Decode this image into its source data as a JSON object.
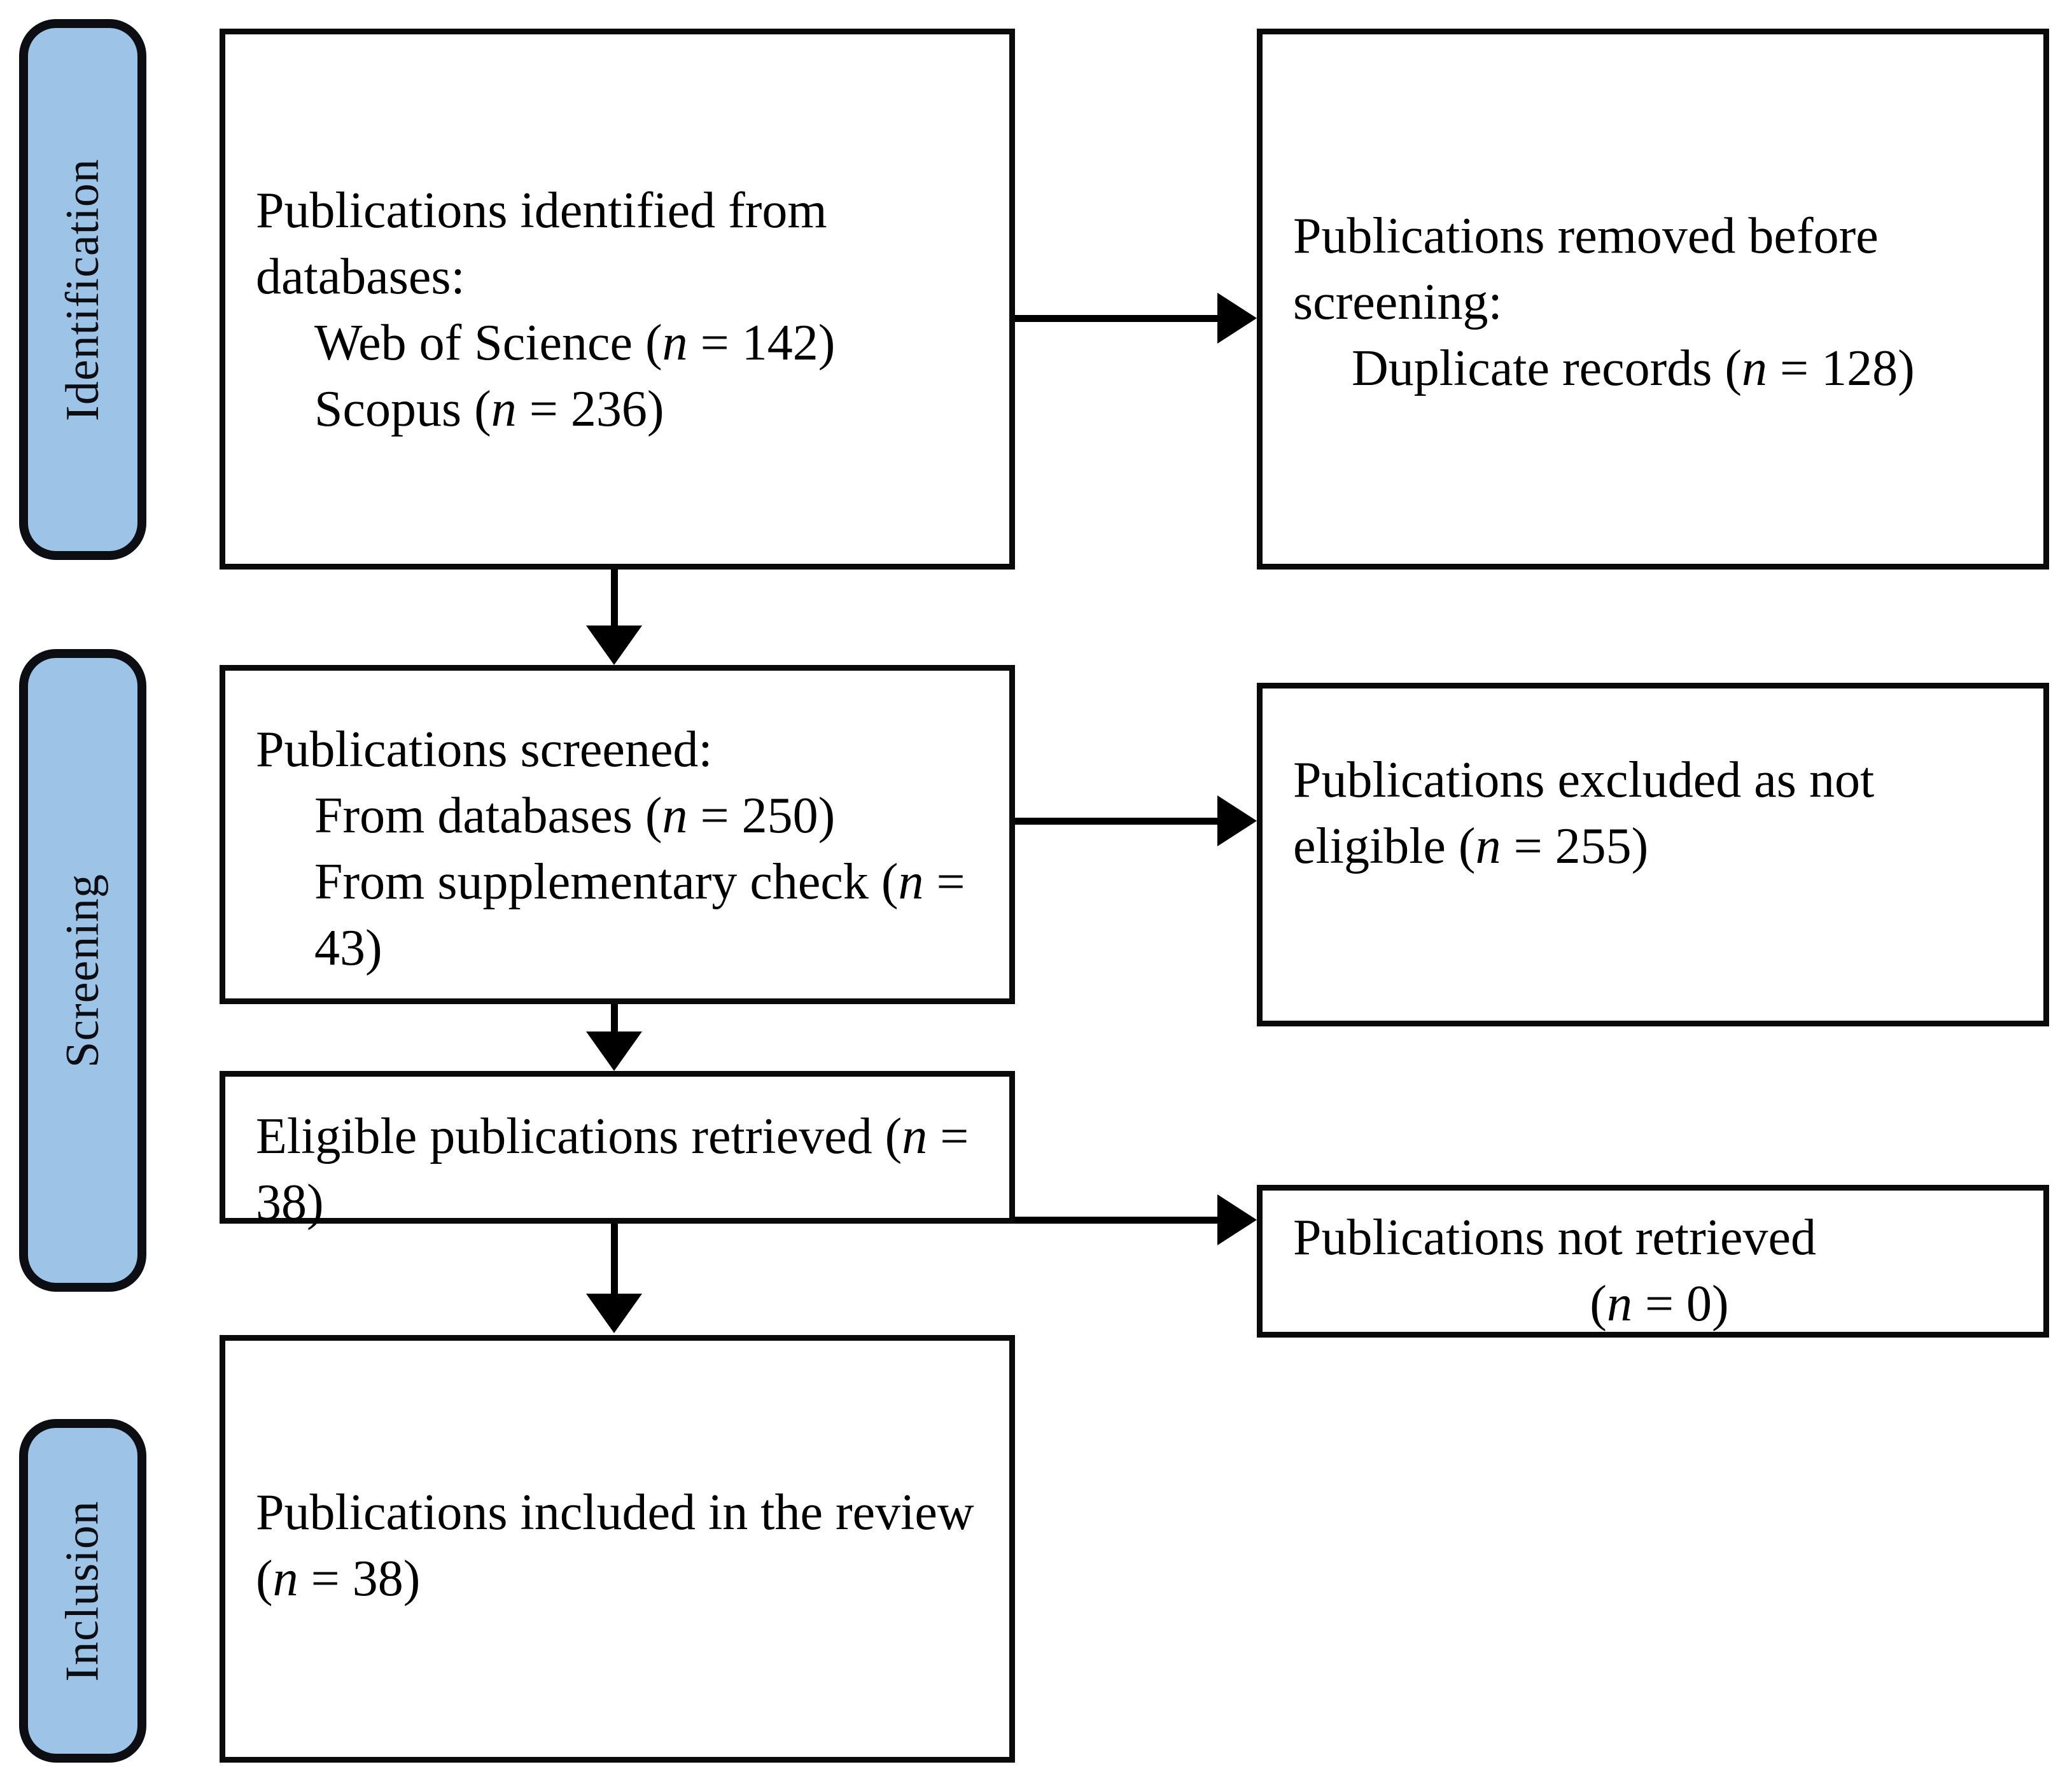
{
  "diagram": {
    "title": "PRISMA flow diagram",
    "accent_color": "#9DC3E6",
    "line_color": "#000000",
    "box_border_color": "#0a0a0a",
    "background_color": "#ffffff"
  },
  "stages": [
    {
      "id": "identification",
      "label": "Identification"
    },
    {
      "id": "screening",
      "label": "Screening"
    },
    {
      "id": "inclusion",
      "label": "Inclusion"
    }
  ],
  "boxes": {
    "identified": {
      "id": "publications-identified",
      "heading": "Publications identified from databases:",
      "lines": [
        {
          "text": "Web of Science (",
          "italic": "n",
          "tail": " = 142)",
          "indent": true
        },
        {
          "text": "Scopus (",
          "italic": "n",
          "tail": " = 236)",
          "indent": true
        }
      ],
      "items": [
        {
          "label": "Web of Science",
          "n": 142
        },
        {
          "label": "Scopus",
          "n": 236
        }
      ]
    },
    "removed": {
      "id": "publications-removed",
      "heading": "Publications removed before screening:",
      "lines": [
        {
          "text": "Duplicate records (",
          "italic": "n",
          "tail": " = 128)",
          "indent": true
        }
      ],
      "items": [
        {
          "label": "Duplicate records",
          "n": 128
        }
      ]
    },
    "screened": {
      "id": "publications-screened",
      "heading": "Publications screened:",
      "lines": [
        {
          "text": "From databases (",
          "italic": "n",
          "tail": " = 250)",
          "indent": true
        },
        {
          "text": "From supplementary check (",
          "italic": "n",
          "tail": " = 43)",
          "indent": true
        }
      ],
      "items": [
        {
          "label": "From databases",
          "n": 250
        },
        {
          "label": "From supplementary check",
          "n": 43
        }
      ]
    },
    "excluded": {
      "id": "publications-excluded",
      "heading": "Publications excluded as not eligible (",
      "italic": "n",
      "tail": " = 255)",
      "n": 255
    },
    "retrieved": {
      "id": "eligible-publications-retrieved",
      "heading": "Eligible publications retrieved (",
      "italic": "n",
      "tail": " = 38)",
      "n": 38
    },
    "not_retrieved": {
      "id": "publications-not-retrieved",
      "heading": "Publications not retrieved",
      "second_line_open": "(",
      "italic": "n",
      "tail": " = 0)",
      "n": 0
    },
    "included": {
      "id": "publications-included",
      "heading": "Publications included in the review (",
      "italic": "n",
      "tail": " = 38)",
      "n": 38
    }
  },
  "connectors": [
    {
      "id": "identified-to-removed",
      "type": "horizontal-arrow",
      "from": "publications-identified",
      "to": "publications-removed"
    },
    {
      "id": "identified-to-screened",
      "type": "vertical-arrow",
      "from": "publications-identified",
      "to": "publications-screened"
    },
    {
      "id": "screened-to-excluded",
      "type": "horizontal-arrow",
      "from": "publications-screened",
      "to": "publications-excluded"
    },
    {
      "id": "screened-to-retrieved",
      "type": "vertical-arrow",
      "from": "publications-screened",
      "to": "eligible-publications-retrieved"
    },
    {
      "id": "retrieved-to-not-retrieved",
      "type": "horizontal-arrow",
      "from": "eligible-publications-retrieved",
      "to": "publications-not-retrieved"
    },
    {
      "id": "retrieved-to-included",
      "type": "vertical-arrow",
      "from": "eligible-publications-retrieved",
      "to": "publications-included"
    }
  ]
}
